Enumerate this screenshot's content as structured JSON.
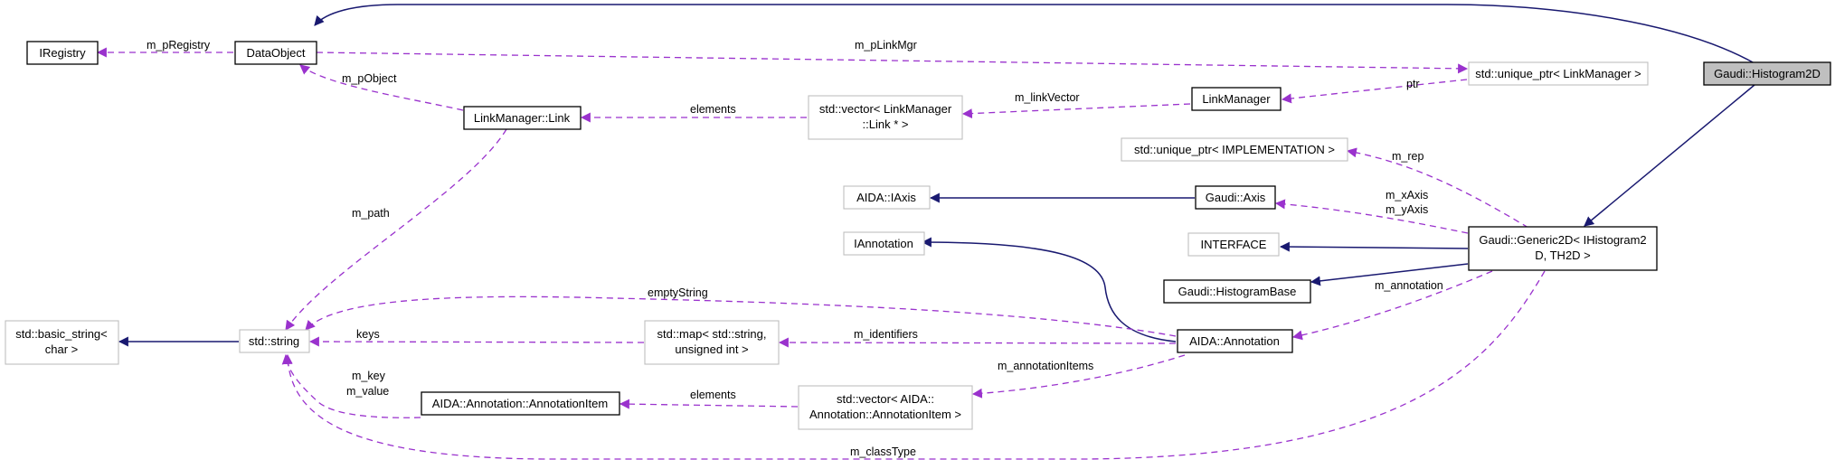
{
  "nodes": {
    "histogram2d": "Gaudi::Histogram2D",
    "data_object": "DataObject",
    "iregistry": "IRegistry",
    "unique_ptr_linkmgr": "std::unique_ptr< LinkManager >",
    "link_manager": "LinkManager",
    "vector_link": [
      "std::vector< LinkManager",
      "::Link * >"
    ],
    "link": "LinkManager::Link",
    "unique_ptr_impl": "std::unique_ptr< IMPLEMENTATION >",
    "aida_iaxis": "AIDA::IAxis",
    "gaudi_axis": "Gaudi::Axis",
    "iannotation": "IAnnotation",
    "interface": "INTERFACE",
    "generic2d": [
      "Gaudi::Generic2D< IHistogram2",
      "D, TH2D >"
    ],
    "histogram_base": "Gaudi::HistogramBase",
    "basic_string": [
      "std::basic_string<",
      "char >"
    ],
    "string": "std::string",
    "map": [
      "std::map< std::string,",
      "unsigned int >"
    ],
    "aida_annotation": "AIDA::Annotation",
    "annotation_item": "AIDA::Annotation::AnnotationItem",
    "vector_annotation_item": [
      "std::vector< AIDA::",
      "Annotation::AnnotationItem >"
    ]
  },
  "edges": {
    "m_pRegistry": "m_pRegistry",
    "m_pLinkMgr": "m_pLinkMgr",
    "m_pObject": "m_pObject",
    "ptr": "ptr",
    "m_linkVector": "m_linkVector",
    "elements_link": "elements",
    "m_path": "m_path",
    "m_rep": "m_rep",
    "m_xAxis": "m_xAxis",
    "m_yAxis": "m_yAxis",
    "emptyString": "emptyString",
    "m_annotation": "m_annotation",
    "keys": "keys",
    "m_identifiers": "m_identifiers",
    "m_annotationItems": "m_annotationItems",
    "m_key": "m_key",
    "m_value": "m_value",
    "elements_item": "elements",
    "m_classType": "m_classType"
  },
  "colors": {
    "inheritance": "#191970",
    "usage": "#9a32cd",
    "focus_fill": "#bfbfbf",
    "external_border": "#bfbfbf"
  }
}
